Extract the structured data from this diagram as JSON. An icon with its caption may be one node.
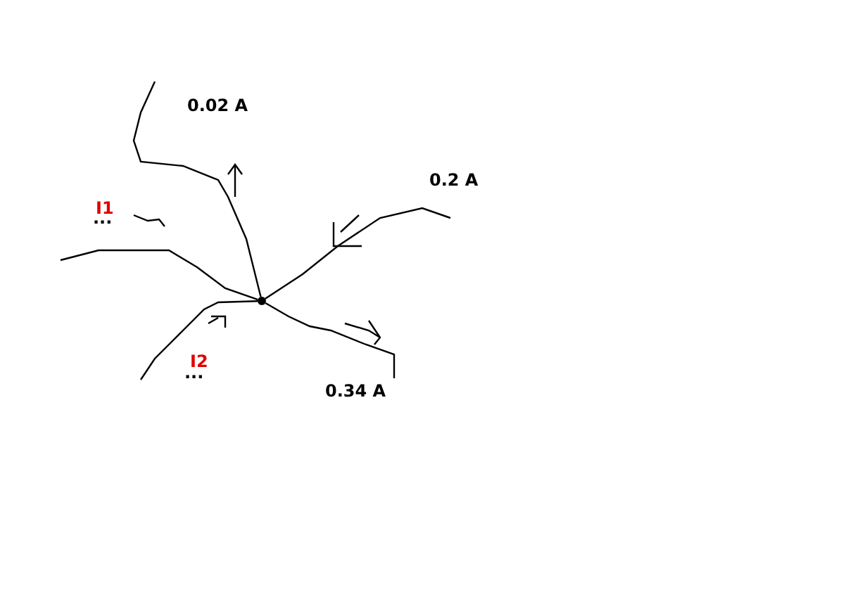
{
  "diagram": {
    "nodes": [
      {
        "text": [],
        "shape": "dot"
      },
      {
        "text": [
          "0.34 A"
        ]
      }
    ],
    "edges": [
      {
        "from": null,
        "to": 0,
        "arrow": "none"
      },
      {
        "from": null,
        "to": 0,
        "arrow": "none"
      },
      {
        "from": 1,
        "to": 0,
        "arrow": "none"
      },
      {
        "from": null,
        "to": 0,
        "arrow": "none"
      },
      {
        "from": null,
        "to": 0,
        "arrow": "none"
      }
    ],
    "labels": [
      "0.02 A",
      "0.2 A",
      "I1",
      "...",
      "I2",
      "..."
    ]
  }
}
